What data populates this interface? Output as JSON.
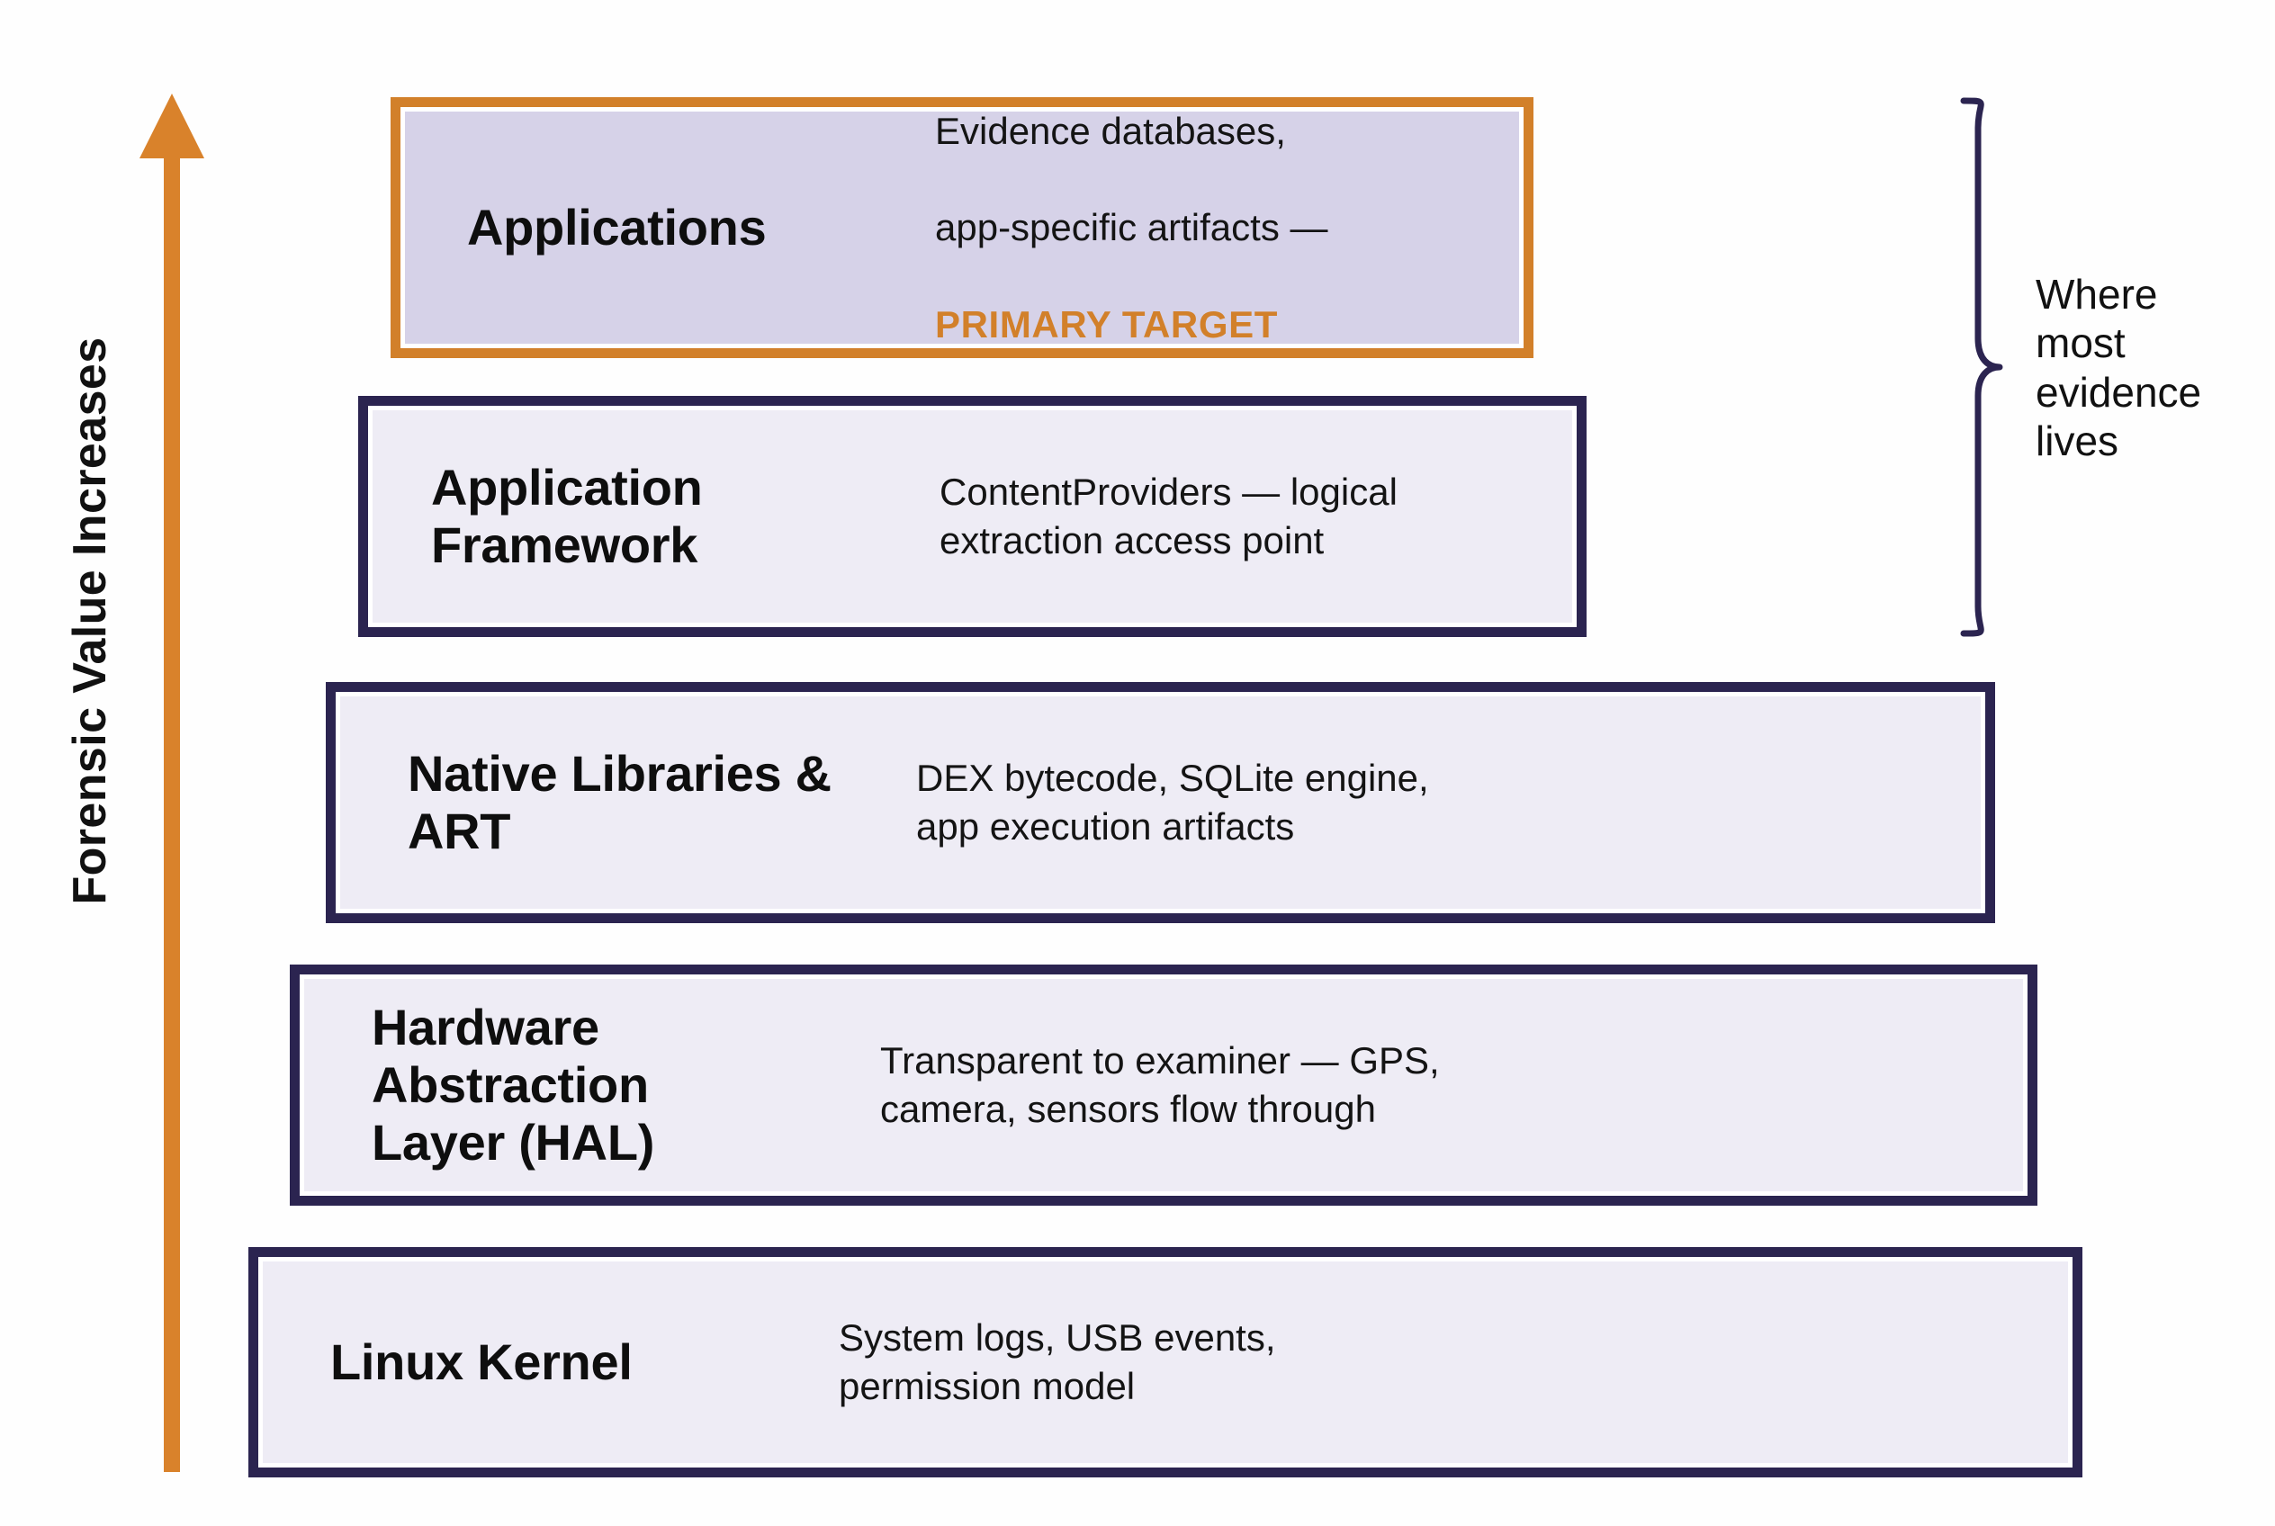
{
  "axis": {
    "label": "Forensic Value Increases",
    "arrow_direction": "up",
    "arrow_color": "#d9822b"
  },
  "annotation": {
    "brace_label": "Where\nmost\nevidence\nlives",
    "brace_color": "#2b2450",
    "covers_layers": [
      "Applications",
      "Application Framework"
    ]
  },
  "colors": {
    "accent_orange": "#d2802a",
    "navy": "#2b2450",
    "box_fill": "#eeecf5",
    "highlight_fill": "#d6d2e8",
    "background": "#ffffff"
  },
  "layers": [
    {
      "id": "applications",
      "title": "Applications",
      "desc_line1": "Evidence databases,",
      "desc_line2": "app-specific artifacts —",
      "desc_accent": "PRIMARY TARGET",
      "highlighted": true
    },
    {
      "id": "application-framework",
      "title": "Application Framework",
      "desc": "ContentProviders — logical\nextraction access point",
      "highlighted": false
    },
    {
      "id": "native-libraries",
      "title": "Native Libraries & ART",
      "desc": "DEX bytecode, SQLite engine,\napp execution artifacts",
      "highlighted": false
    },
    {
      "id": "hal",
      "title": "Hardware Abstraction\nLayer (HAL)",
      "desc": "Transparent to examiner — GPS,\ncamera, sensors flow through",
      "highlighted": false
    },
    {
      "id": "linux-kernel",
      "title": "Linux Kernel",
      "desc": "System logs, USB events,\npermission model",
      "highlighted": false
    }
  ]
}
